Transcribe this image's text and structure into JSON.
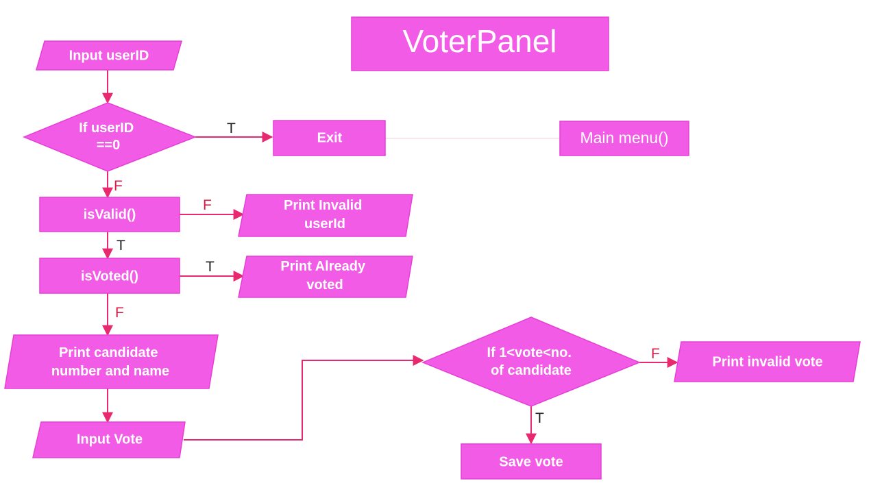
{
  "title": "VoterPanel",
  "colors": {
    "node_fill": "#f25be6",
    "edge": "#e8286f",
    "label_true_dark": "#222222",
    "label_red": "#d41e4a"
  },
  "nodes": {
    "input_userid": "Input userID",
    "if_userid_zero": [
      "If userID",
      "==0"
    ],
    "exit": "Exit",
    "main_menu": "Main menu()",
    "is_valid": "isValid()",
    "print_invalid_userid": [
      "Print Invalid",
      "userId"
    ],
    "is_voted": "isVoted()",
    "print_already_voted": [
      "Print Already",
      "voted"
    ],
    "print_candidates": [
      "Print candidate",
      "number and name"
    ],
    "input_vote": "Input Vote",
    "if_vote_range": [
      "If 1<vote<no.",
      "of candidate"
    ],
    "print_invalid_vote": "Print invalid vote",
    "save_vote": "Save vote"
  },
  "edge_labels": {
    "userid_true": "T",
    "userid_false": "F",
    "valid_false": "F",
    "valid_true": "T",
    "voted_true": "T",
    "voted_false": "F",
    "vote_false": "F",
    "vote_true": "T"
  }
}
